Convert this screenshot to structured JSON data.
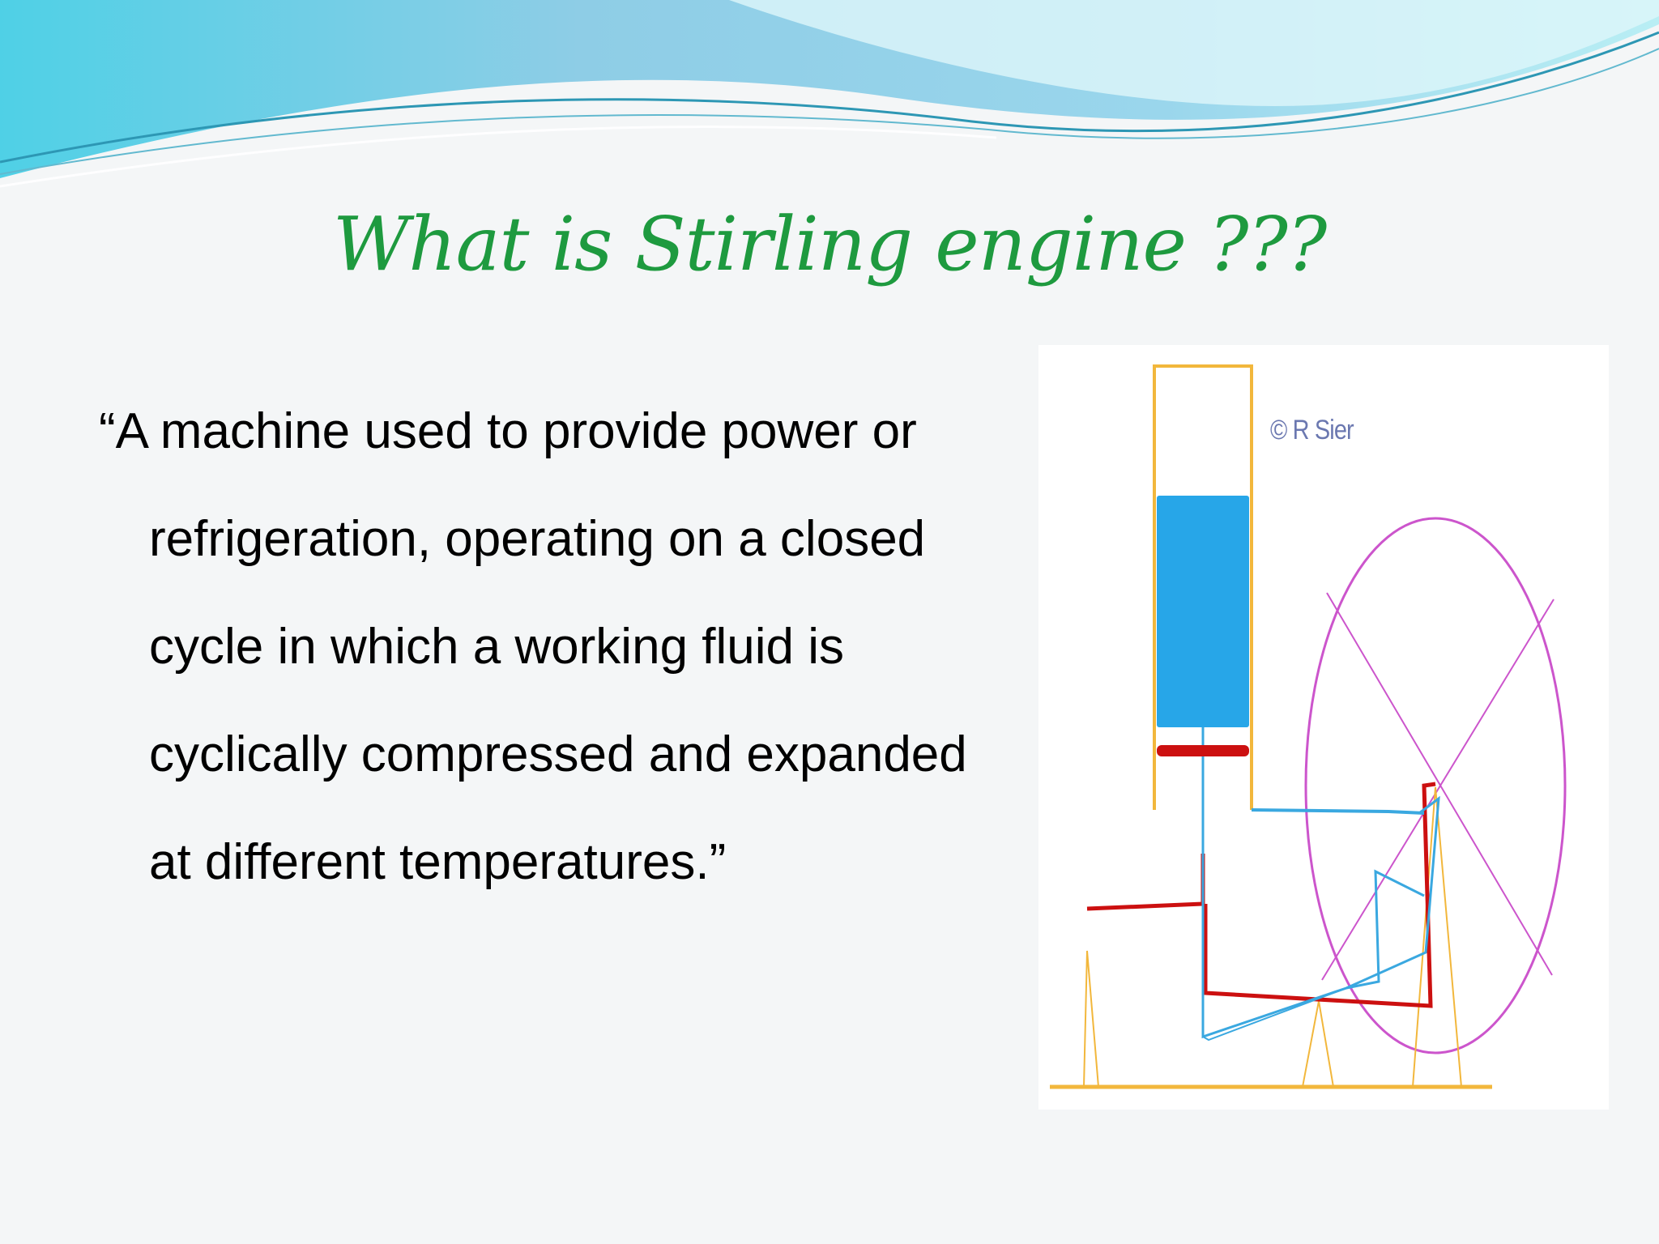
{
  "slide": {
    "title": "What is Stirling engine ???",
    "quote_lines": [
      "“A machine used to provide power or",
      "refrigeration, operating on a closed",
      "cycle in which a working fluid is",
      "cyclically compressed and expanded",
      "at different temperatures.”"
    ]
  },
  "diagram": {
    "copyright": "© R Sier",
    "colors": {
      "cylinder": "#f2b73c",
      "piston": "#27a6e8",
      "rod_red": "#cc1010",
      "rod_blue": "#3aa8e0",
      "flywheel": "#cc55cc",
      "ground": "#f2b73c"
    }
  },
  "theme": {
    "title_color": "#1e9a3f",
    "banner_colors": [
      "#8cc7e6",
      "#4cc3dc",
      "#b7eef2"
    ]
  }
}
